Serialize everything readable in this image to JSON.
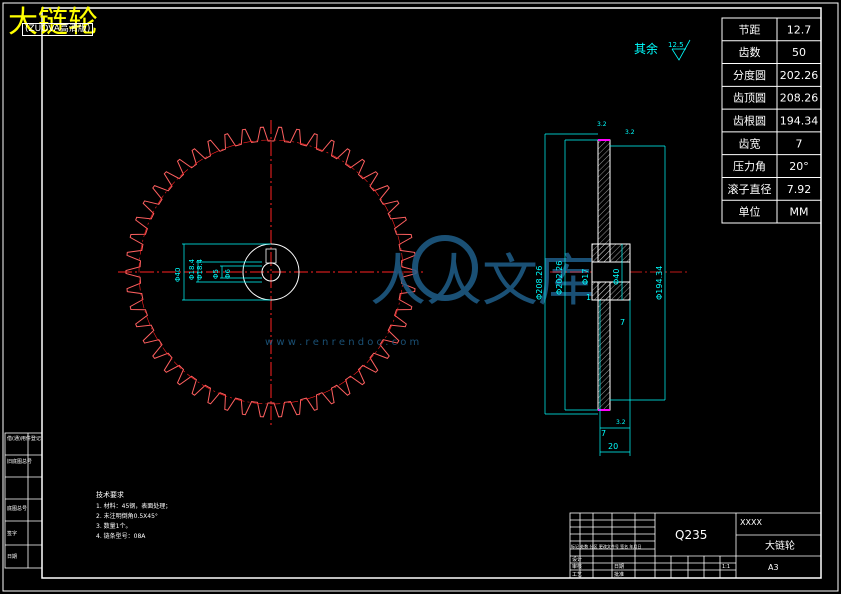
{
  "window": {
    "title": "大链轮",
    "badge": "(ZUOVA高清版)"
  },
  "colors": {
    "background": "#000000",
    "outline": "#ffffff",
    "dimension": "#00ffff",
    "centerline": "#ff0000",
    "profile": "#ff5555",
    "title": "#ffff00",
    "hatch": "#ff00ff",
    "watermark": "#1f5f8a"
  },
  "roughness": {
    "label": "其余",
    "value": "12.5"
  },
  "params": [
    {
      "name": "节距",
      "value": "12.7"
    },
    {
      "name": "齿数",
      "value": "50"
    },
    {
      "name": "分度圆",
      "value": "202.26"
    },
    {
      "name": "齿顶圆",
      "value": "208.26"
    },
    {
      "name": "齿根圆",
      "value": "194.34"
    },
    {
      "name": "齿宽",
      "value": "7"
    },
    {
      "name": "压力角",
      "value": "20°"
    },
    {
      "name": "滚子直径",
      "value": "7.92"
    },
    {
      "name": "单位",
      "value": "MM"
    }
  ],
  "front_view": {
    "dims": [
      "Φ40",
      "Φ18.4",
      "Φ18.4",
      "Φ6",
      "Φ5"
    ]
  },
  "side_view": {
    "dims": [
      "Φ208.26",
      "Φ202.26",
      "Φ194.34",
      "Φ17",
      "Φ40",
      "20",
      "7",
      "1",
      "3.2",
      "3.2",
      "7",
      "3.2"
    ]
  },
  "tech_req": {
    "title": "技术要求",
    "items": [
      "1. 材料：45钢，表面处理；",
      "2. 未注明倒角0.5X45°",
      "3. 数量1个。",
      "4. 链条型号：08A"
    ]
  },
  "title_block": {
    "material": "Q235",
    "code": "XXXX",
    "name": "大链轮",
    "size": "A3",
    "scale": "1:1",
    "rows": [
      "标记  处数  分区  更改文件号  签名  年月日",
      "设计",
      "审核",
      "工艺"
    ],
    "misc": [
      "批准",
      "日期"
    ]
  },
  "left_strip": [
    "借(通)用件登记",
    "旧底图总号",
    "底图总号",
    "签字",
    "日期"
  ],
  "watermark": {
    "text": "人人文库",
    "url": "w w w . r e n r e n d o c . c o m"
  }
}
